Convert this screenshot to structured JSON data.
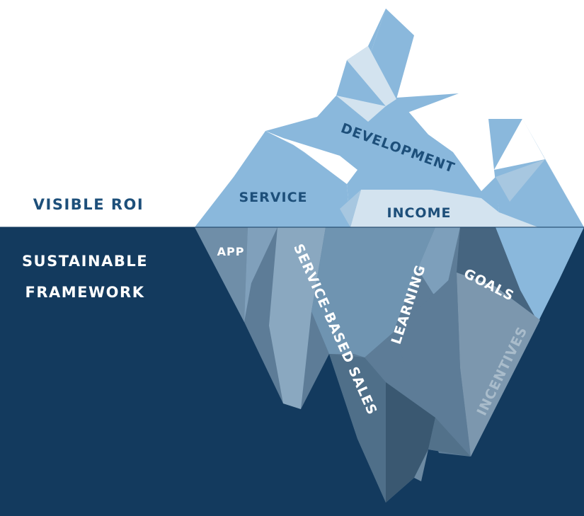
{
  "labels": {
    "above_water": "VISIBLE ROI",
    "below_water_line1": "SUSTAINABLE",
    "below_water_line2": "FRAMEWORK"
  },
  "iceberg_tip": {
    "service": "SERVICE",
    "development": "DEVELOPMENT",
    "income": "INCOME"
  },
  "iceberg_base": {
    "app": "APP",
    "service_based_sales": "SERVICE-BASED SALES",
    "learning": "LEARNING",
    "goals": "GOALS",
    "incentives": "INCENTIVES"
  },
  "colors": {
    "water": "#133a5e",
    "label_dark": "#1d4f7a",
    "ice_light": "#8ab8dc",
    "ice_pale": "#d3e3ef",
    "ice_under": "#5d7c97",
    "text_on_dark": "#ffffff",
    "incentives_text": "#a9bccb"
  }
}
